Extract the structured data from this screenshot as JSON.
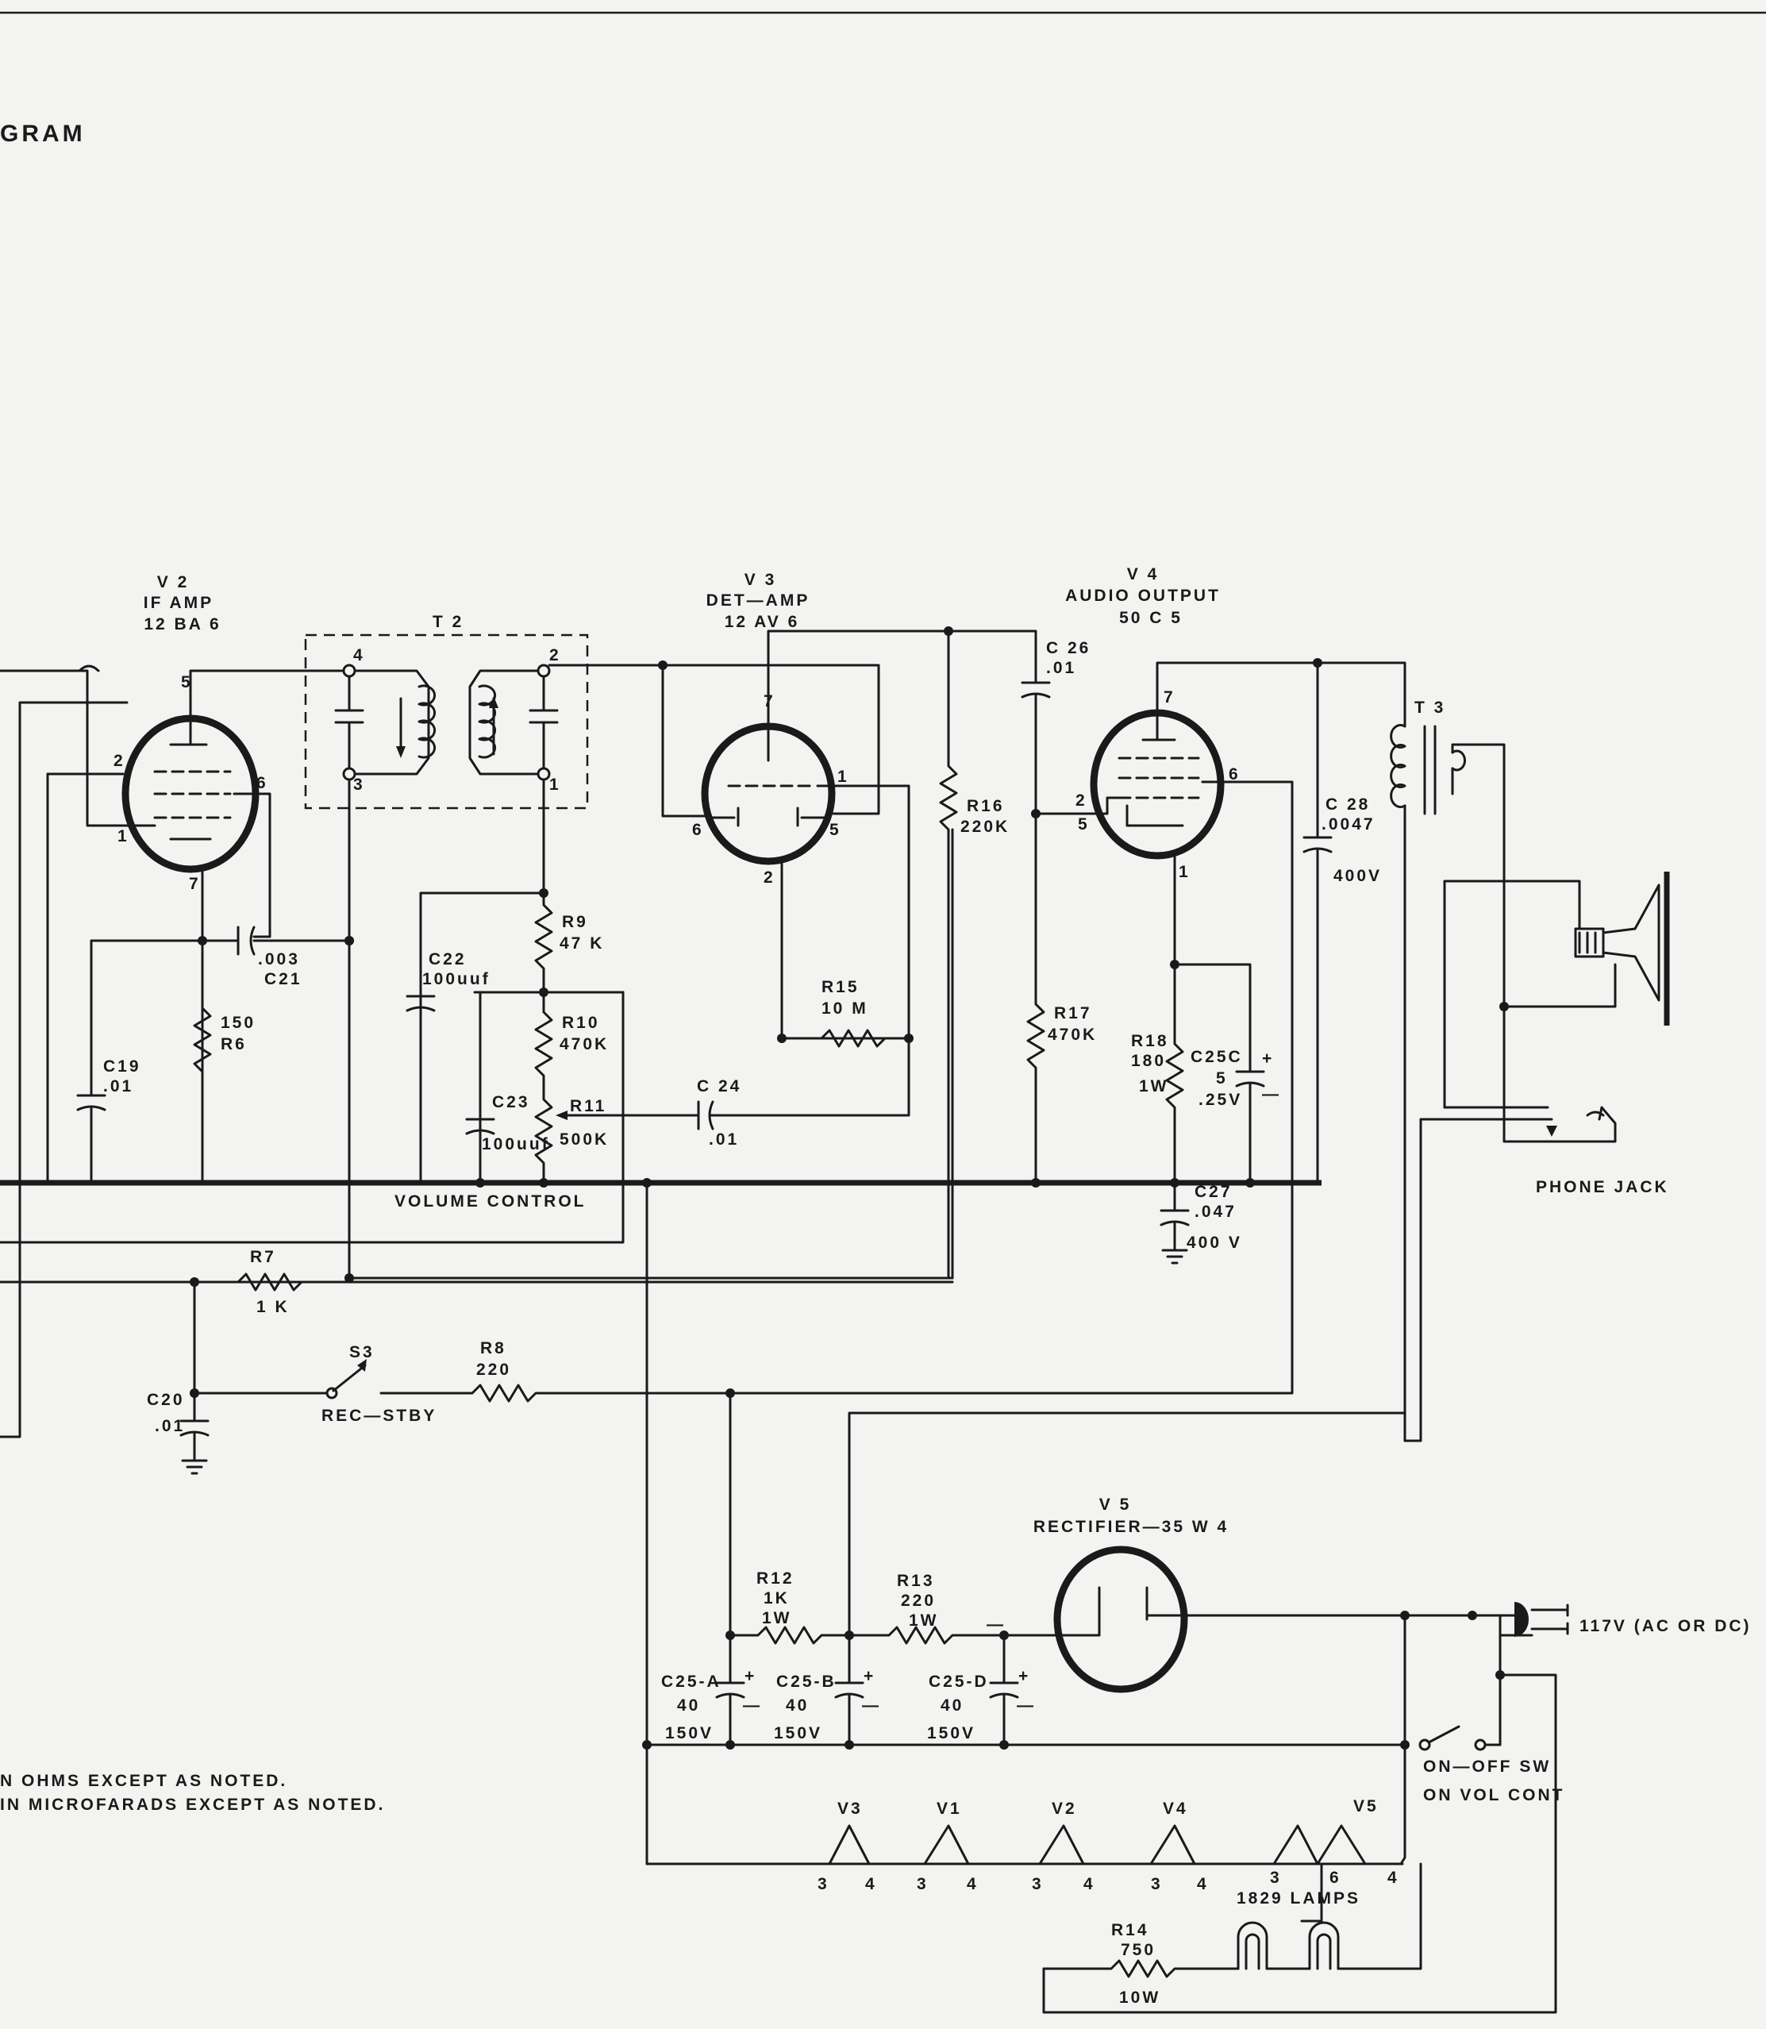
{
  "title": "GRAM",
  "notes": {
    "line1": "N OHMS EXCEPT AS NOTED.",
    "line2": "IN MICROFARADS EXCEPT AS NOTED."
  },
  "tubes": {
    "v2": {
      "name": "V 2",
      "function": "IF AMP",
      "type": "12 BA 6"
    },
    "v3": {
      "name": "V 3",
      "function": "DET—AMP",
      "type": "12 AV 6"
    },
    "v4": {
      "name": "V 4",
      "function": "AUDIO OUTPUT",
      "type": "50 C 5"
    },
    "v5": {
      "name": "V 5",
      "label": "RECTIFIER—35 W 4"
    }
  },
  "transformers": {
    "t2": "T 2",
    "t3": "T 3"
  },
  "pins": {
    "v2": [
      "5",
      "2",
      "6",
      "1",
      "7"
    ],
    "t2": [
      "4",
      "3",
      "2",
      "1"
    ],
    "v3": [
      "7",
      "1",
      "6",
      "5",
      "2"
    ],
    "v4": [
      "7",
      "6",
      "2",
      "5",
      "1"
    ]
  },
  "resistors": {
    "r6": {
      "value": "150",
      "name": "R6"
    },
    "r7": {
      "name": "R7",
      "value": "1 K"
    },
    "r8": {
      "name": "R8",
      "value": "220"
    },
    "r9": {
      "name": "R9",
      "value": "47 K"
    },
    "r10": {
      "name": "R10",
      "value": "470K"
    },
    "r11": {
      "name": "R11",
      "value": "500K"
    },
    "r12": {
      "name": "R12",
      "value": "1K",
      "power": "1W"
    },
    "r13": {
      "name": "R13",
      "value": "220",
      "power": "1W"
    },
    "r14": {
      "name": "R14",
      "value": "750",
      "power": "10W"
    },
    "r15": {
      "name": "R15",
      "value": "10 M"
    },
    "r16": {
      "name": "R16",
      "value": "220K"
    },
    "r17": {
      "name": "R17",
      "value": "470K"
    },
    "r18": {
      "name": "R18",
      "value": "180",
      "power": "1W"
    }
  },
  "capacitors": {
    "c19": {
      "name": "C19",
      "value": ".01"
    },
    "c20": {
      "name": "C20",
      "value": ".01"
    },
    "c21": {
      "value": ".003",
      "name": "C21"
    },
    "c22": {
      "name": "C22",
      "value": "100uuf"
    },
    "c23": {
      "name": "C23",
      "value": "100uuf"
    },
    "c24": {
      "name": "C 24",
      "value": ".01"
    },
    "c25a": {
      "name": "C25-A",
      "value": "40",
      "voltage": "150V"
    },
    "c25b": {
      "name": "C25-B",
      "value": "40",
      "voltage": "150V"
    },
    "c25c": {
      "name": "C25C",
      "value": "5",
      "voltage": ".25V"
    },
    "c25d": {
      "name": "C25-D",
      "value": "40",
      "voltage": "150V"
    },
    "c26": {
      "name": "C 26",
      "value": ".01"
    },
    "c27": {
      "name": "C27",
      "value": ".047",
      "voltage": "400 V"
    },
    "c28": {
      "name": "C 28",
      "value": ".0047",
      "voltage": "400V"
    }
  },
  "switches": {
    "s3": {
      "name": "S3",
      "label": "REC—STBY"
    },
    "onoff": {
      "line1": "ON—OFF SW",
      "line2": "ON VOL CONT"
    }
  },
  "labels": {
    "volume_control": "VOLUME CONTROL",
    "phone_jack": "PHONE JACK",
    "power": "117V (AC OR DC)",
    "lamps": "1829 LAMPS"
  },
  "heaters": {
    "tubes": [
      "V3",
      "V1",
      "V2",
      "V4",
      "V5"
    ],
    "pins": [
      "3",
      "4",
      "3",
      "4",
      "3",
      "4",
      "3",
      "4",
      "3",
      "6",
      "4"
    ]
  },
  "polarity": {
    "plus": "+",
    "minus": "—"
  }
}
